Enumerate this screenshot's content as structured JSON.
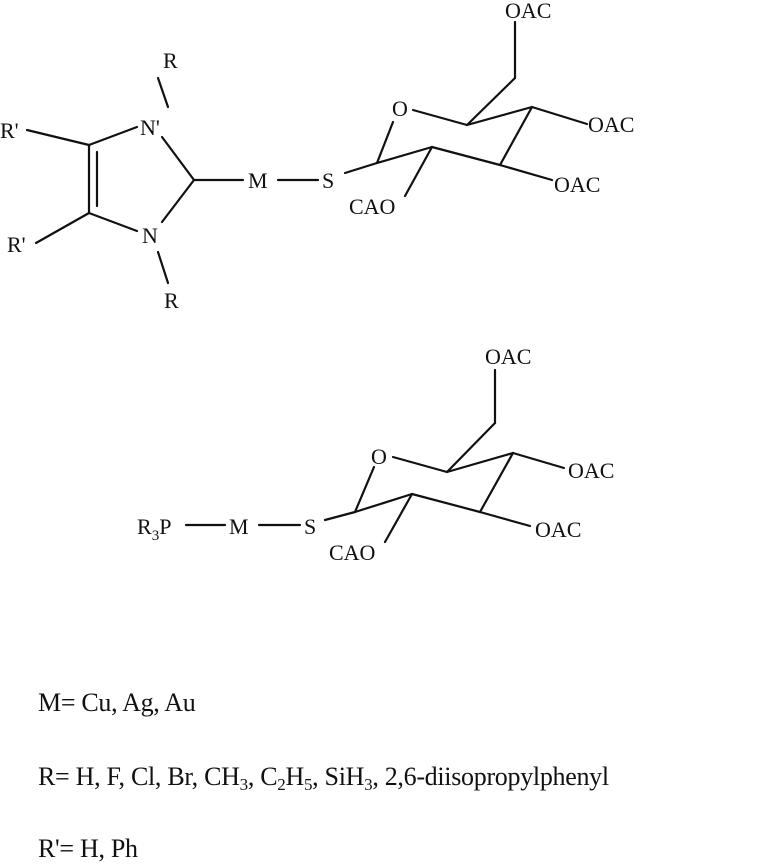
{
  "structure1": {
    "labels": {
      "r_top": "R",
      "r_bottom": "R",
      "n_prime": "N'",
      "n": "N",
      "r_prime_top": "R'",
      "r_prime_bottom": "R'",
      "m": "M",
      "s": "S",
      "ring_o": "O",
      "oac_top": "OAC",
      "oac_right": "OAC",
      "oac_lower": "OAC",
      "cao": "CAO"
    }
  },
  "structure2": {
    "labels": {
      "r3p_r": "R",
      "r3p_sub": "3",
      "r3p_p": "P",
      "m": "M",
      "s": "S",
      "ring_o": "O",
      "oac_top": "OAC",
      "oac_right": "OAC",
      "oac_lower": "OAC",
      "cao": "CAO"
    }
  },
  "legend": {
    "m_line": "M= Cu, Ag, Au",
    "r_line": {
      "prefix": "R= H, F, Cl, Br, CH",
      "ch3_sub": "3",
      "mid1": ", C",
      "c2_sub": "2",
      "mid2": "H",
      "h5_sub": "5",
      "mid3": ", SiH",
      "sih3_sub": "3",
      "suffix": ", 2,6-diisopropylphenyl"
    },
    "r_prime_line": "R'= H, Ph"
  }
}
